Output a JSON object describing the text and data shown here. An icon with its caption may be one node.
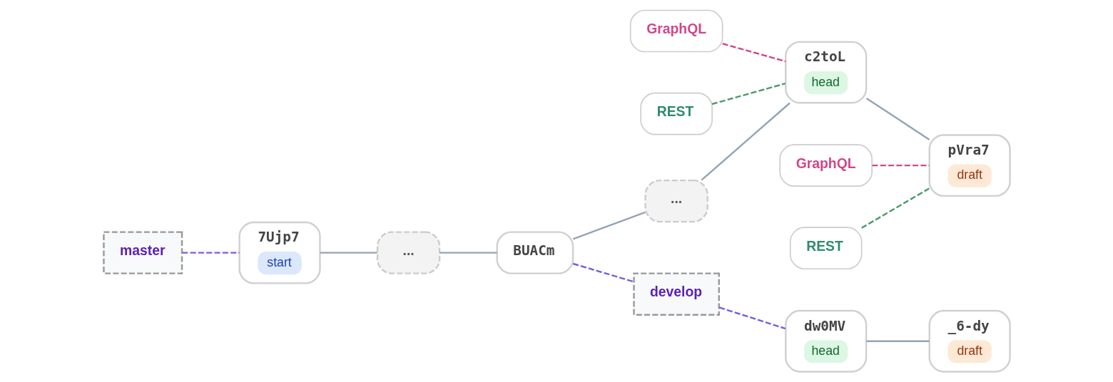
{
  "diagram": {
    "nodes": [
      {
        "text": [
          "GraphQL"
        ]
      },
      {
        "text": [
          "REST"
        ]
      },
      {
        "text": [
          "GraphQL"
        ]
      },
      {
        "text": [
          "REST"
        ]
      },
      {
        "text": [
          "master"
        ]
      },
      {
        "text": [
          "7Ujp7",
          "start"
        ]
      },
      {
        "text": [
          "..."
        ]
      },
      {
        "text": [
          "BUACm"
        ]
      },
      {
        "text": [
          "..."
        ]
      },
      {
        "text": [
          "c2toL",
          "head"
        ]
      },
      {
        "text": [
          "pVra7",
          "draft"
        ]
      },
      {
        "text": [
          "develop"
        ]
      },
      {
        "text": [
          "dw0MV",
          "head"
        ]
      },
      {
        "text": [
          "_6-dy",
          "draft"
        ]
      }
    ],
    "edges": [
      {
        "from": 4,
        "to": 5,
        "arrow": "none",
        "style": "dashed",
        "color": "#7c5cdb"
      },
      {
        "from": 5,
        "to": 6,
        "arrow": "none"
      },
      {
        "from": 6,
        "to": 7,
        "arrow": "none"
      },
      {
        "from": 7,
        "to": 8,
        "arrow": "none"
      },
      {
        "from": 8,
        "to": 9,
        "arrow": "none"
      },
      {
        "from": 9,
        "to": 10,
        "arrow": "none"
      },
      {
        "from": 0,
        "to": 9,
        "arrow": "none",
        "style": "dashed",
        "color": "#d0468a"
      },
      {
        "from": 1,
        "to": 9,
        "arrow": "none",
        "style": "dashed",
        "color": "#4a9a6a"
      },
      {
        "from": 2,
        "to": 10,
        "arrow": "none",
        "style": "dashed",
        "color": "#d0468a"
      },
      {
        "from": 3,
        "to": 10,
        "arrow": "none",
        "style": "dashed",
        "color": "#4a9a6a"
      },
      {
        "from": 7,
        "to": 11,
        "arrow": "none",
        "style": "dashed",
        "color": "#7c5cdb"
      },
      {
        "from": 11,
        "to": 12,
        "arrow": "none",
        "style": "dashed",
        "color": "#7c5cdb"
      },
      {
        "from": 12,
        "to": 13,
        "arrow": "none"
      }
    ]
  }
}
